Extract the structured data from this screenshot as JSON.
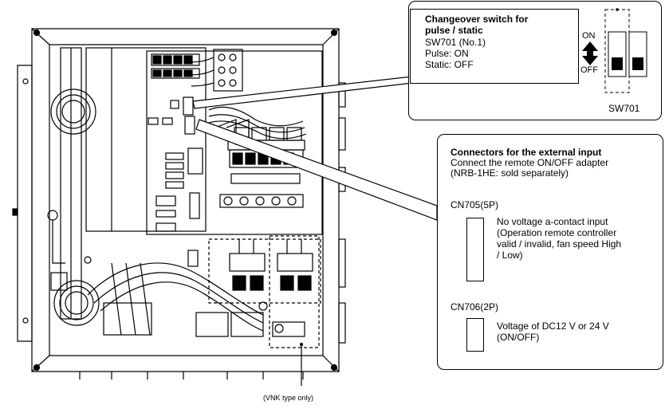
{
  "switch_callout": {
    "title_line1": "Changeover switch for",
    "title_line2": "pulse / static",
    "line1": "SW701 (No.1)",
    "line2": "Pulse: ON",
    "line3": "Static: OFF",
    "on_label": "ON",
    "off_label": "OFF",
    "switch_name": "SW701"
  },
  "connector_callout": {
    "title": "Connectors for the external input",
    "desc_line1": "Connect the remote ON/OFF adapter",
    "desc_line2": "(NRB-1HE: sold separately)",
    "cn705": {
      "name": "CN705(5P)",
      "desc_lines": [
        "No voltage a-contact input",
        "(Operation remote controller",
        "valid / invalid, fan speed High",
        "/ Low)"
      ]
    },
    "cn706": {
      "name": "CN706(2P)",
      "desc_lines": [
        "Voltage of DC12 V or 24 V",
        "(ON/OFF)"
      ]
    }
  },
  "vnk_note": "(VNK type only)"
}
